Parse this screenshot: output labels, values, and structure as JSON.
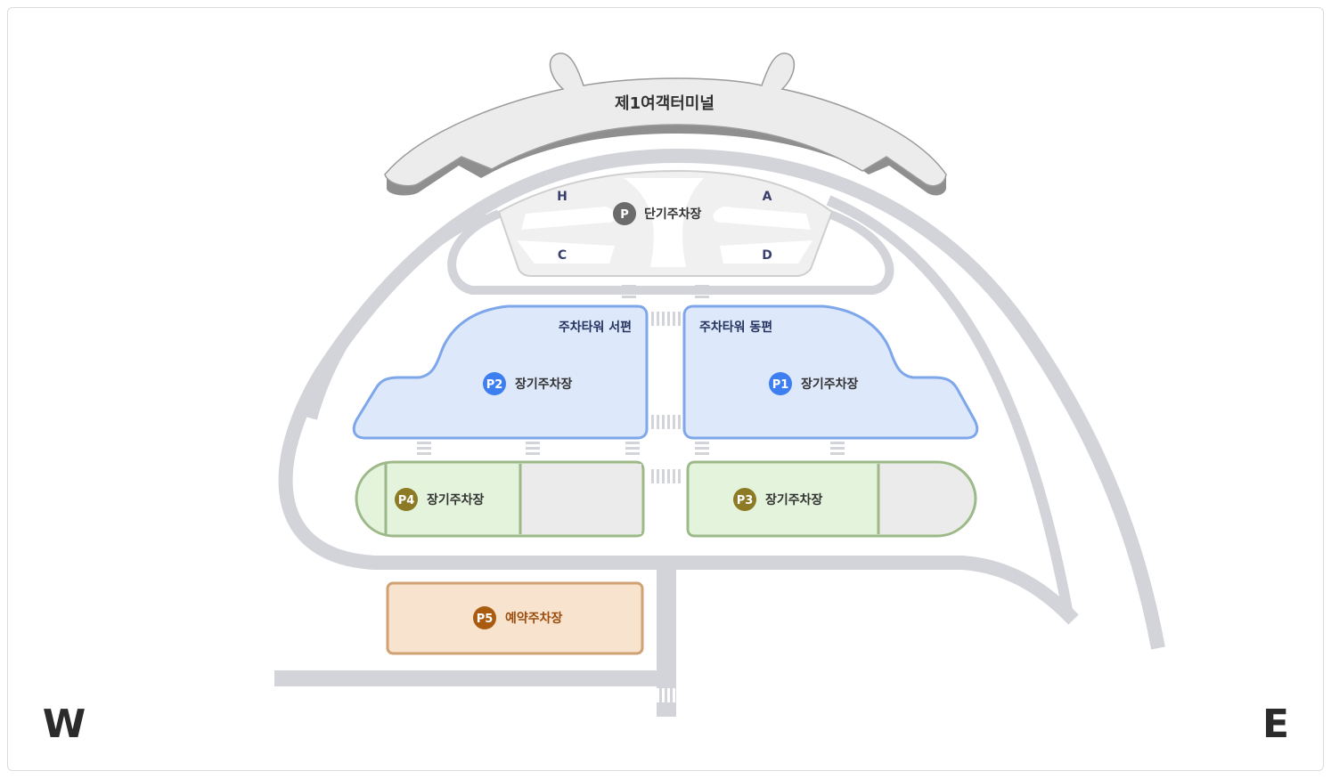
{
  "terminal": {
    "name": "제1여객터미널"
  },
  "gates": [
    "H",
    "A",
    "C",
    "D"
  ],
  "short_term": {
    "badge": "P",
    "name": "단기주차장"
  },
  "towers": {
    "west": {
      "title": "주차타워 서편",
      "badge": "P2",
      "name": "장기주차장"
    },
    "east": {
      "title": "주차타워 동편",
      "badge": "P1",
      "name": "장기주차장"
    }
  },
  "lots": {
    "p4": {
      "badge": "P4",
      "name": "장기주차장"
    },
    "p3": {
      "badge": "P3",
      "name": "장기주차장"
    },
    "p5": {
      "badge": "P5",
      "name": "예약주차장"
    }
  },
  "compass": {
    "west": "W",
    "east": "E"
  },
  "colors": {
    "road": "#d2d4d9",
    "terminal_fill": "#ececec",
    "terminal_edge": "#9b9b9b",
    "tower_fill": "#dde8fb",
    "tower_edge": "#7ea6ea",
    "lot_fill": "#e4f4dc",
    "lot_edge": "#9db98a",
    "reserve_fill": "#f8e3ce",
    "reserve_edge": "#cfa173",
    "badge_short": "#6b6b6b",
    "badge_tower": "#3d7ef0",
    "badge_lot": "#8c7a25",
    "badge_reserve": "#a95b10"
  }
}
